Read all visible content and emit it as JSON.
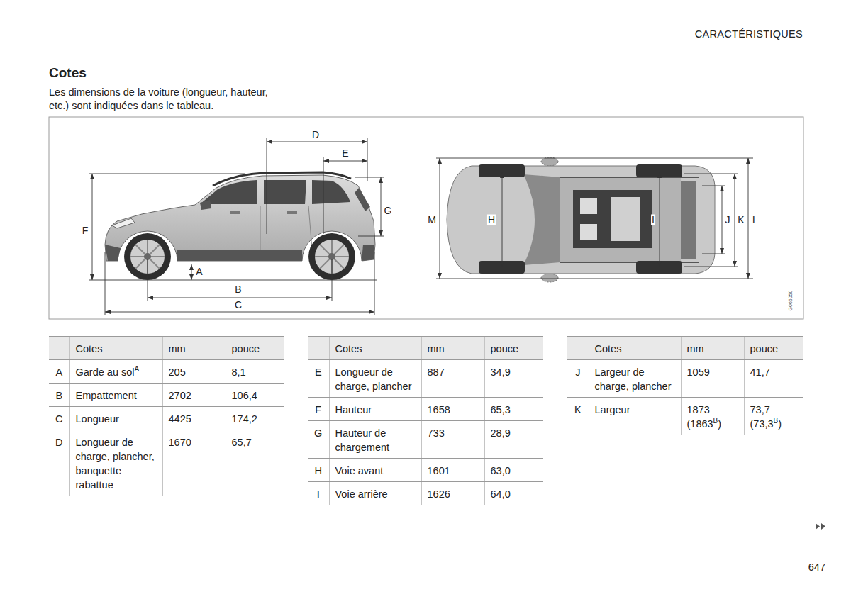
{
  "diagram": {
    "title": "Cotes",
    "caption": "Les dimensions de la voiture (longueur, hauteur, etc.) sont indiquées dans le tableau.",
    "labels": [
      "CARACTÉRISTIQUES",
      "D",
      "E",
      "G",
      "F",
      "A",
      "B",
      "C",
      "M",
      "H",
      "I",
      "J",
      "K",
      "L",
      "G065050",
      "Cotes",
      "mm",
      "pouce",
      "A",
      "Garde au sol",
      "A",
      "205",
      "8,1",
      "B",
      "Empattement",
      "2702",
      "106,4",
      "C",
      "Longueur",
      "4425",
      "174,2",
      "D",
      "Longueur de charge, plancher, banquette rabattue",
      "1670",
      "65,7",
      "Cotes",
      "mm",
      "pouce",
      "E",
      "Longueur de charge, plancher",
      "887",
      "34,9",
      "F",
      "Hauteur",
      "1658",
      "65,3",
      "G",
      "Hauteur de chargement",
      "733",
      "28,9",
      "H",
      "Voie avant",
      "1601",
      "63,0",
      "I",
      "Voie arrière",
      "1626",
      "64,0",
      "Cotes",
      "mm",
      "pouce",
      "J",
      "Largeur de charge, plancher",
      "1059",
      "41,7",
      "K",
      "Largeur",
      "1873",
      "(1863",
      "B",
      ")",
      "73,7",
      "(73,3",
      "B",
      ")",
      "647"
    ]
  }
}
